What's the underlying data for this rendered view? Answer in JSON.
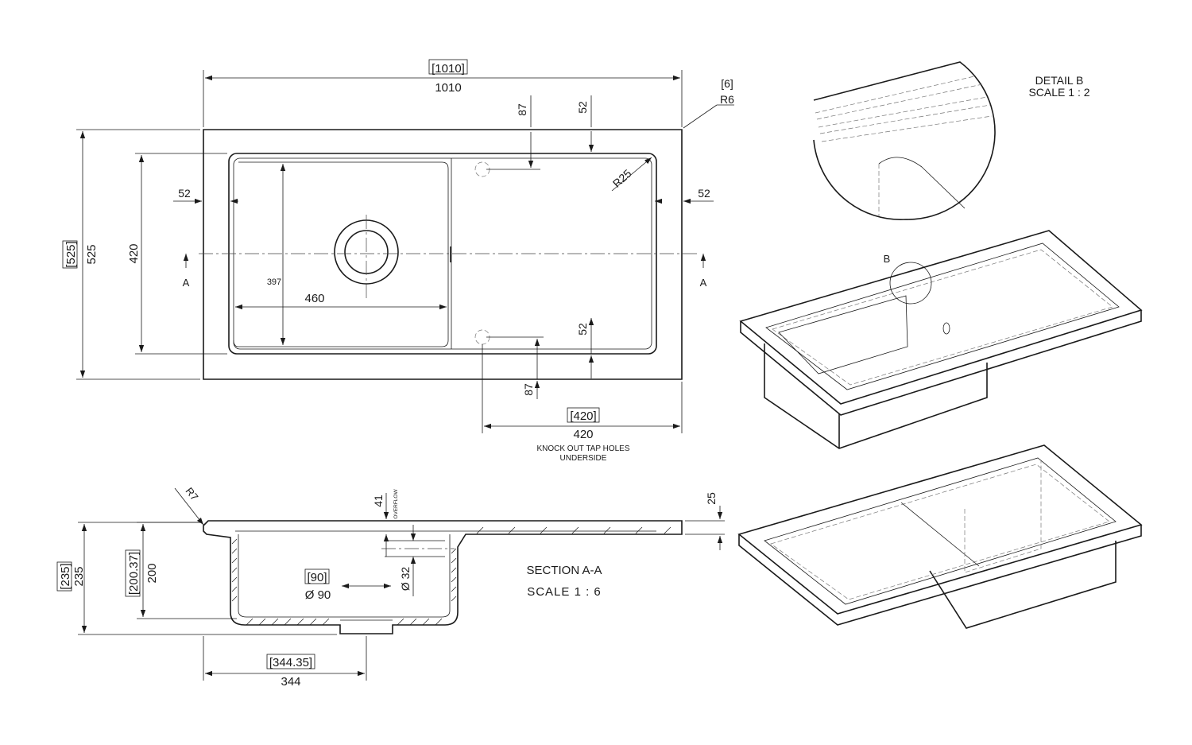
{
  "top_view": {
    "overall_width_ref": "[1010]",
    "overall_width": "1010",
    "corner_radius_ref": "[6]",
    "corner_radius": "R6",
    "overall_depth_ref": "[525]",
    "overall_depth": "525",
    "bowl_depth": "420",
    "tap_hole_offset_top": "87",
    "rim_top": "52",
    "rim_left": "52",
    "rim_right": "52",
    "rim_bottom": "52",
    "tap_hole_offset_bottom": "87",
    "inner_radius": "R25",
    "bowl_inner_depth": "397",
    "bowl_width": "460",
    "tap_hole_span_ref": "[420]",
    "tap_hole_span": "420",
    "note_line1": "KNOCK OUT TAP HOLES",
    "note_line2": "UNDERSIDE",
    "section_marker": "A"
  },
  "section_view": {
    "rim_radius": "R7",
    "overflow_height": "41",
    "overflow_label": "OVERFLOW",
    "drainer_thickness": "25",
    "total_height_ref": "[235]",
    "total_height": "235",
    "bowl_height_ref": "[200.37]",
    "bowl_height": "200",
    "waste_diameter_ref": "[90]",
    "waste_diameter": "Ø 90",
    "overflow_diameter": "Ø 32",
    "bowl_width_ref": "[344.35]",
    "bowl_width": "344",
    "title": "SECTION A-A",
    "scale": "SCALE 1 : 6"
  },
  "detail_view": {
    "title": "DETAIL B",
    "scale": "SCALE 1 : 2",
    "callout": "B"
  }
}
